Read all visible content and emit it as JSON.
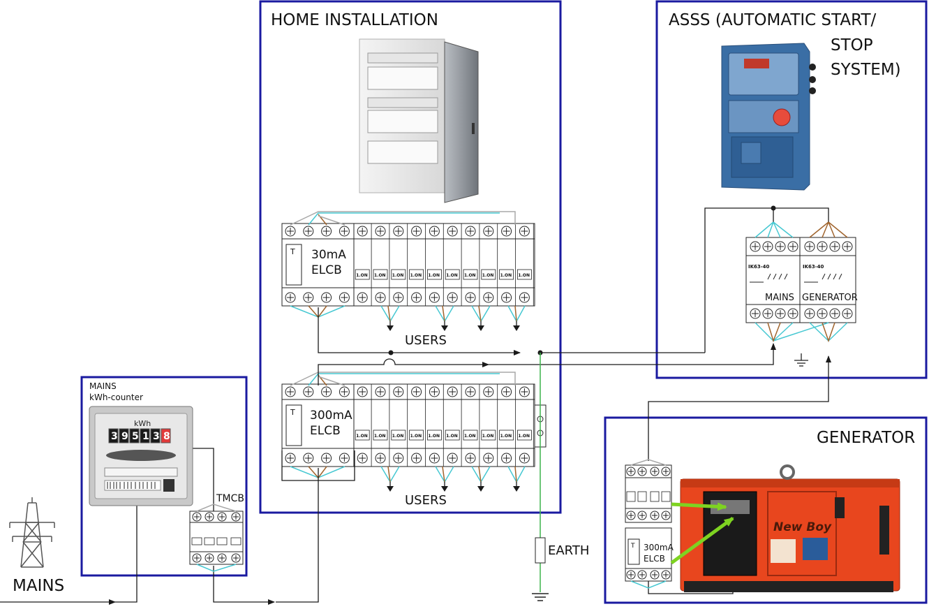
{
  "titles": {
    "home_installation": "HOME INSTALLATION",
    "asss_line1": "ASSS (AUTOMATIC START/",
    "asss_line2": "STOP",
    "asss_line3": "SYSTEM)",
    "generator": "GENERATOR",
    "mains_box_line1": "MAINS",
    "mains_box_line2": "kWh-counter",
    "mains_source": "MAINS"
  },
  "labels": {
    "elcb_30_line1": "30mA",
    "elcb_30_line2": "ELCB",
    "elcb_300_line1": "300mA",
    "elcb_300_line2": "ELCB",
    "gen_elcb_line1": "300mA",
    "gen_elcb_line2": "ELCB",
    "users_top": "USERS",
    "users_bottom": "USERS",
    "tmcb": "TMCB",
    "earth": "EARTH",
    "switch_mains": "MAINS",
    "switch_generator": "GENERATOR",
    "breaker_tag": "1.ON",
    "contactor_code": "IK63-40",
    "elcb_test": "T",
    "meter_unit": "kWh",
    "meter_digits": [
      "3",
      "9",
      "5",
      "1",
      "3",
      "8"
    ],
    "generator_brand": "New Boy"
  },
  "colors": {
    "frame_blue": "#1a1aa0",
    "wire": "#1a1a1a",
    "earth_green": "#3cb44b",
    "phase_cyan": "#46c8d2",
    "phase_brown": "#a0642d",
    "phase_grey": "#a8a8a8",
    "generator_orange": "#e8461e",
    "asss_blue": "#3a6ea5",
    "arrow_green": "#7ed321"
  }
}
